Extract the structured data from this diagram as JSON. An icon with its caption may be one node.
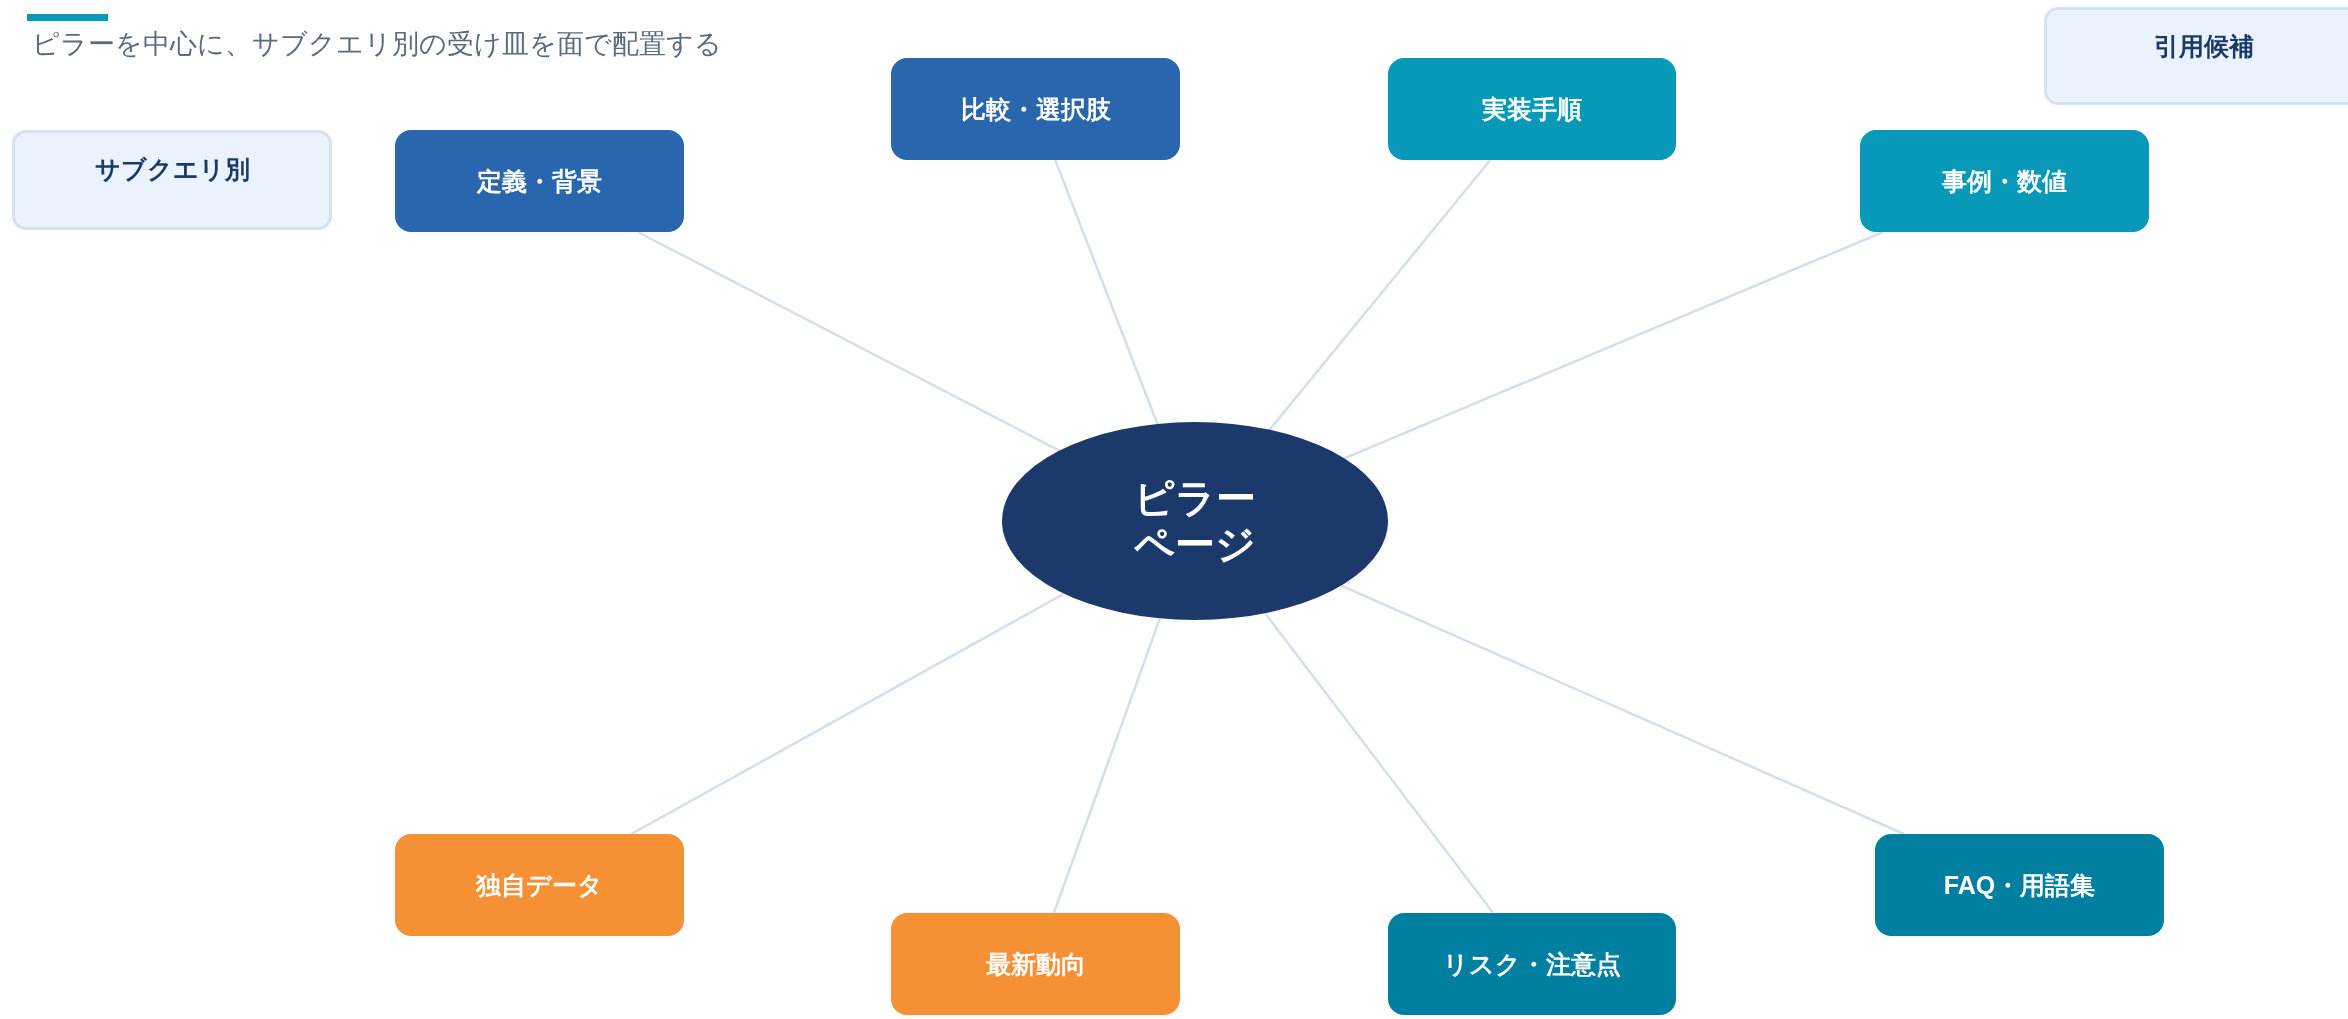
{
  "diagram": {
    "title": "ピラーを中心に、サブクエリ別の受け皿を面で配置する",
    "nodes": [
      {
        "text": [
          "サブクエリ別"
        ]
      },
      {
        "text": [
          "引用候補"
        ]
      },
      {
        "text": [
          "比較・選択肢"
        ]
      },
      {
        "text": [
          "実装手順"
        ]
      },
      {
        "text": [
          "定義・背景"
        ]
      },
      {
        "text": [
          "事例・数値"
        ]
      },
      {
        "text": [
          "ピラーページ"
        ]
      },
      {
        "text": [
          "独自データ"
        ]
      },
      {
        "text": [
          "FAQ・用語集"
        ]
      },
      {
        "text": [
          "最新動向"
        ]
      },
      {
        "text": [
          "リスク・注意点"
        ]
      }
    ],
    "edges": [
      {
        "from": 6,
        "to": 4,
        "arrow": "none"
      },
      {
        "from": 6,
        "to": 2,
        "arrow": "none"
      },
      {
        "from": 6,
        "to": 3,
        "arrow": "none"
      },
      {
        "from": 6,
        "to": 5,
        "arrow": "none"
      },
      {
        "from": 6,
        "to": 7,
        "arrow": "none"
      },
      {
        "from": 6,
        "to": 9,
        "arrow": "none"
      },
      {
        "from": 6,
        "to": 10,
        "arrow": "none"
      },
      {
        "from": 6,
        "to": 8,
        "arrow": "none"
      }
    ]
  }
}
